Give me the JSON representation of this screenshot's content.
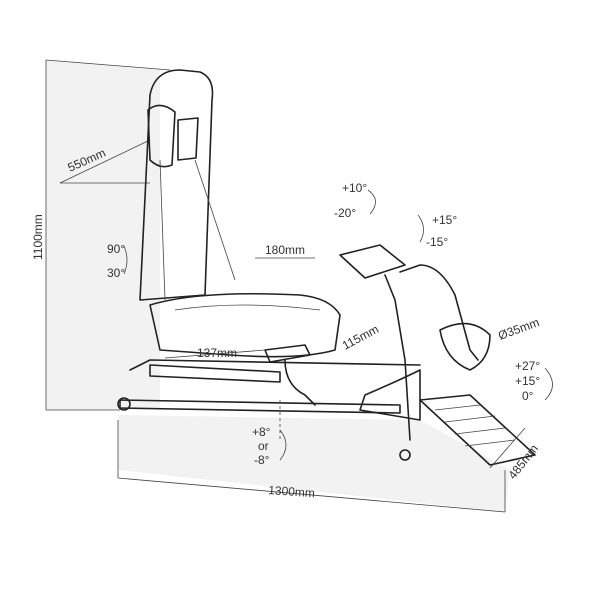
{
  "dimensions": {
    "total_height": "1100mm",
    "seat_width": "550mm",
    "seat_to_wheel": "180mm",
    "seat_slide": "137mm",
    "pedal_offset": "115mm",
    "tube_diameter": "Ø35mm",
    "base_width": "485mm",
    "total_length": "1300mm"
  },
  "angles": {
    "backrest_max": "90°",
    "backrest_min": "30°",
    "wheel_tilt_up": "+10°",
    "wheel_tilt_down": "-20°",
    "wheel_rotate_up": "+15°",
    "wheel_rotate_down": "-15°",
    "pedal_high": "+27°",
    "pedal_mid": "+15°",
    "pedal_low": "0°",
    "seat_tilt_up": "+8°",
    "seat_tilt_or": "or",
    "seat_tilt_down": "-8°"
  },
  "colors": {
    "line": "#222222",
    "shade": "#f2f2f2"
  }
}
